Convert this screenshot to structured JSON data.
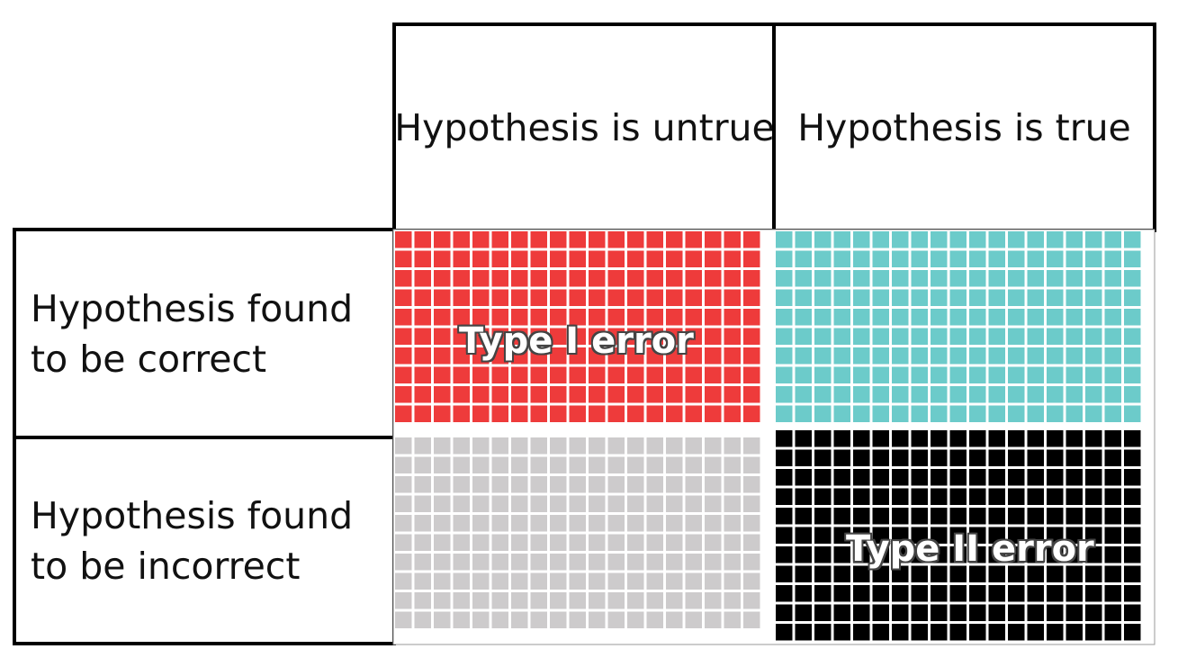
{
  "columns": [
    {
      "label": "Hypothesis is untrue"
    },
    {
      "label": "Hypothesis is true"
    }
  ],
  "rows": [
    {
      "line1": "Hypothesis found",
      "line2": "to be correct"
    },
    {
      "line1": "Hypothesis found",
      "line2": "to be incorrect"
    }
  ],
  "cells": [
    {
      "id": "untrue-correct",
      "color": "#ee3b3b",
      "label": "Type I error"
    },
    {
      "id": "true-correct",
      "color": "#6ccbca",
      "label": ""
    },
    {
      "id": "untrue-incorrect",
      "color": "#cdcbcc",
      "label": ""
    },
    {
      "id": "true-incorrect",
      "color": "#000000",
      "label": "Type II error"
    }
  ],
  "grid_line_color": "#ffffff"
}
